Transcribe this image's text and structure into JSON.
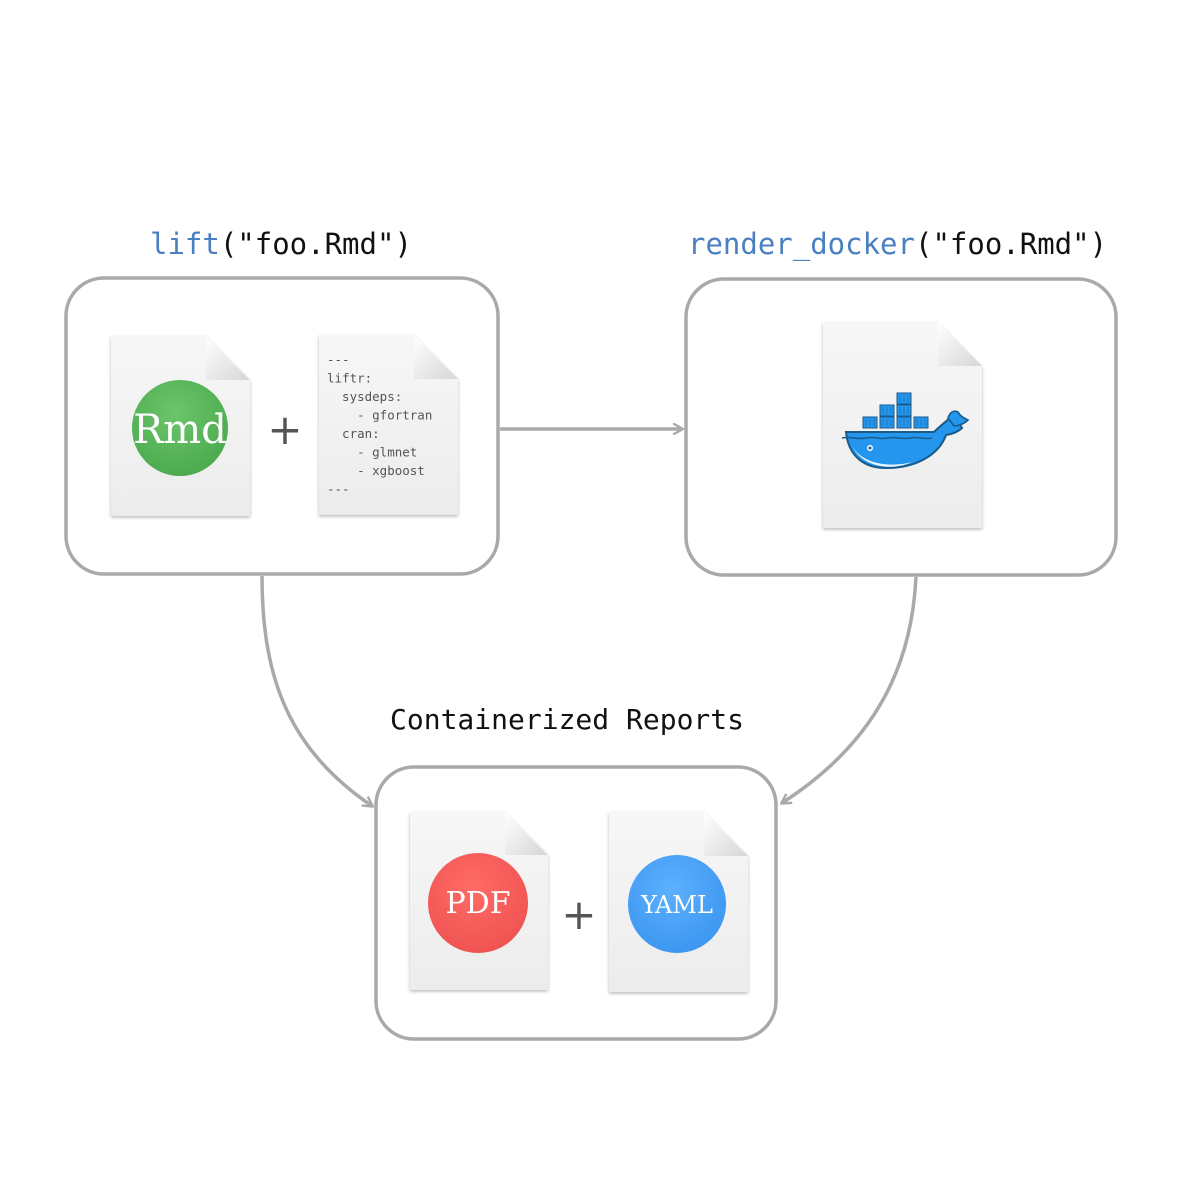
{
  "labels": {
    "lift": {
      "fn": "lift",
      "args": "(\"foo.Rmd\")"
    },
    "render": {
      "fn": "render_docker",
      "args": "(\"foo.Rmd\")"
    },
    "output": "Containerized Reports"
  },
  "badges": {
    "rmd": "Rmd",
    "pdf": "PDF",
    "yaml": "YAML"
  },
  "operators": {
    "plus": "+"
  },
  "yaml_lines": [
    "---",
    "liftr:",
    "  sysdeps:",
    "    - gfortran",
    "  cran:",
    "    - glmnet",
    "    - xgboost",
    "---"
  ],
  "colors": {
    "function_blue": "#4a7fc1",
    "box_stroke": "#a9a9a9",
    "arrow": "#a9a9a9",
    "rmd_green": "#5cb85c",
    "pdf_red": "#f25f5c",
    "yaml_blue": "#4da3f7",
    "docker_blue": "#2496ed",
    "docker_dark": "#1a5b8a"
  },
  "icons": {
    "docker": "docker-whale-icon",
    "document": "document-icon"
  }
}
